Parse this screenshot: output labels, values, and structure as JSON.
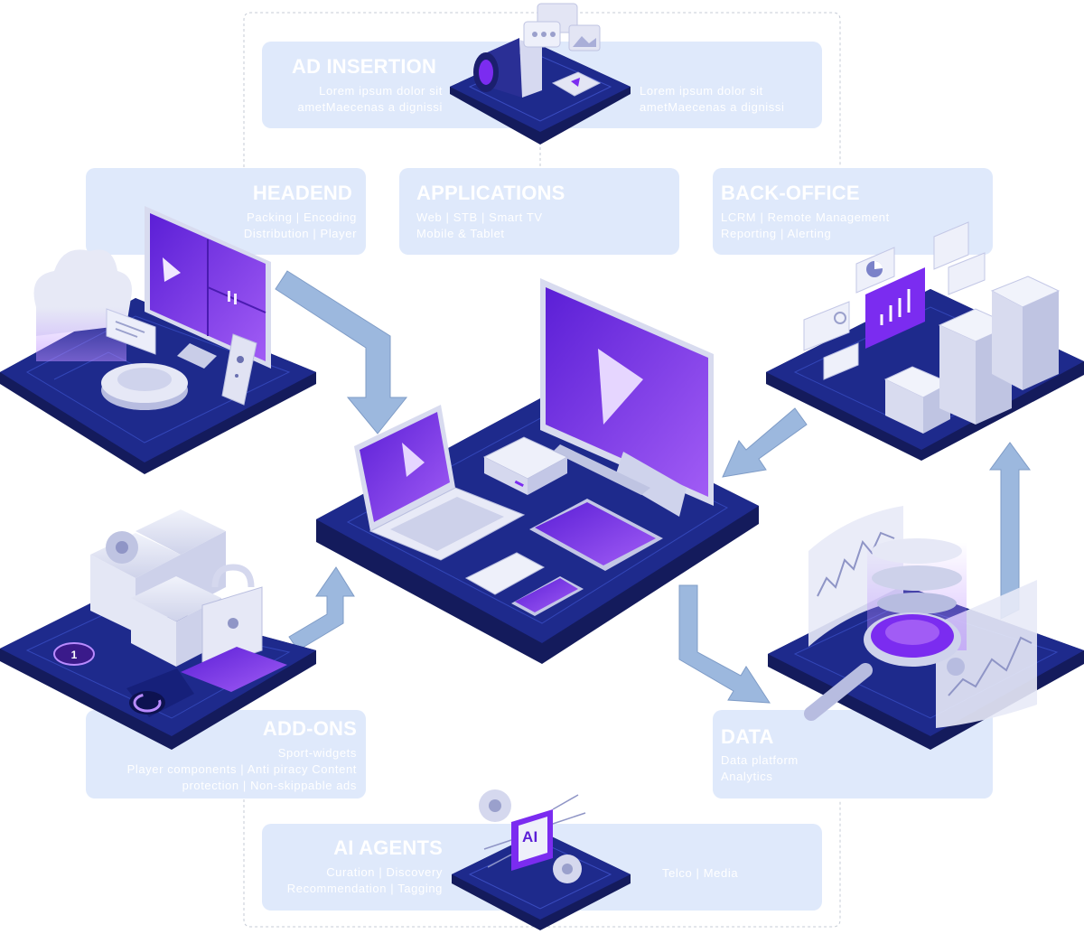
{
  "colors": {
    "panel": "#dfe9fb",
    "platform": "#1e2a8c",
    "platform_side": "#141b5c",
    "accent": "#7b2cf0",
    "arrow": "#9cb8de",
    "label": "#ffffff"
  },
  "sections": {
    "ad_insertion": {
      "title": "AD INSERTION",
      "left_lines": [
        "Lorem ipsum dolor sit",
        "ametMaecenas a dignissi"
      ],
      "right_lines": [
        "Lorem ipsum dolor sit",
        "ametMaecenas a dignissi"
      ]
    },
    "headend": {
      "title": "HEADEND",
      "lines": [
        "Packing | Encoding",
        "Distribution | Player"
      ]
    },
    "applications": {
      "title": "APPLICATIONS",
      "lines": [
        "Web | STB | Smart TV",
        "Mobile & Tablet"
      ]
    },
    "back_office": {
      "title": "BACK-OFFICE",
      "lines": [
        "LCRM | Remote Management",
        "Reporting | Alerting"
      ]
    },
    "add_ons": {
      "title": "ADD-ONS",
      "lines": [
        "Sport-widgets",
        "Player components | Anti piracy Content",
        "protection | Non-skippable ads"
      ]
    },
    "data": {
      "title": "DATA",
      "lines": [
        "Data platform",
        "Analytics"
      ]
    },
    "ai_agents": {
      "title": "AI AGENTS",
      "lines": [
        "Curation | Discovery",
        "Recommendation | Tagging"
      ],
      "right_text": "Telco | Media",
      "chip_label": "AI"
    }
  },
  "icons": {
    "megaphone": "megaphone-icon",
    "play": "play-icon",
    "pause": "pause-icon",
    "cloud": "cloud-icon",
    "remote": "remote-control-icon",
    "laptop": "laptop-icon",
    "monitor": "monitor-icon",
    "tablet": "tablet-icon",
    "phone": "phone-icon",
    "server": "server-icon",
    "bar_chart": "bar-chart-icon",
    "pie_chart": "pie-chart-icon",
    "magnifier": "magnifier-icon",
    "lock": "lock-icon",
    "gear": "gear-icon",
    "ai_chip": "ai-chip-icon",
    "timer": "timer-icon"
  }
}
